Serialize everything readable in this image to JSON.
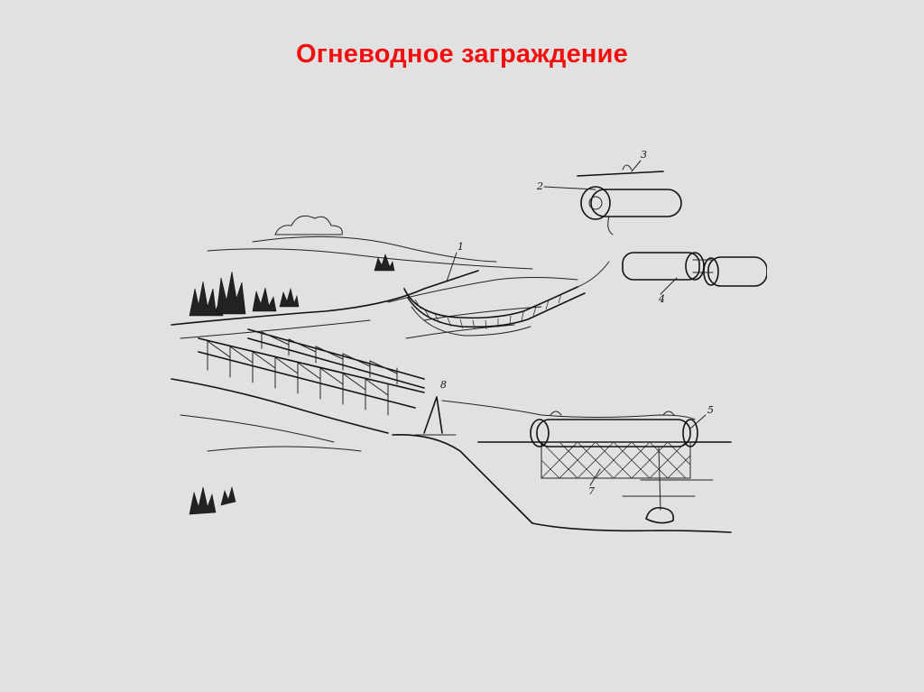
{
  "slide": {
    "title": "Огневодное заграждение"
  },
  "diagram": {
    "callouts": [
      "1",
      "2",
      "3",
      "4",
      "5",
      "7",
      "8"
    ]
  }
}
